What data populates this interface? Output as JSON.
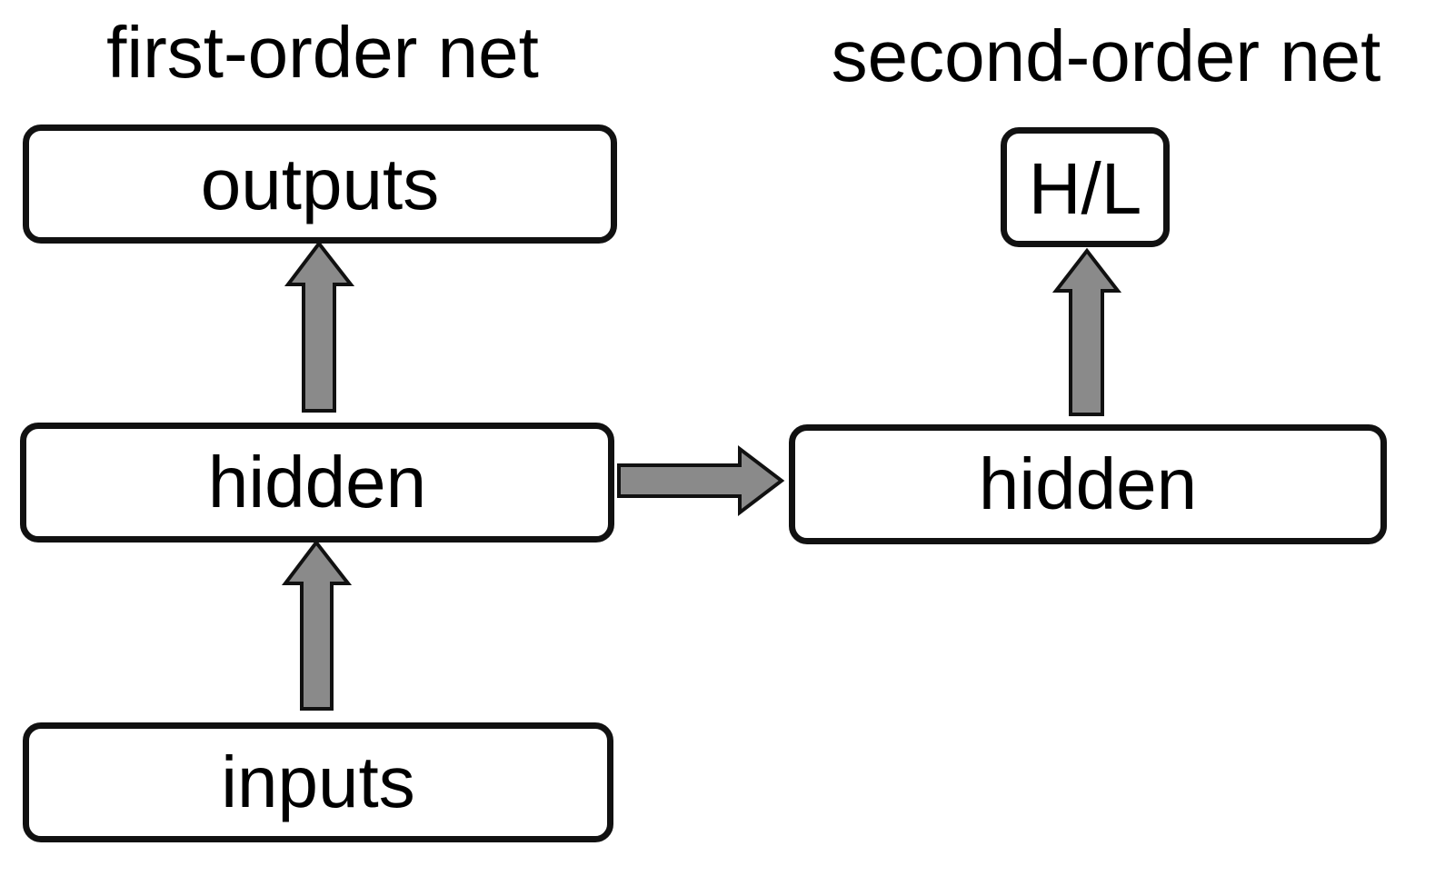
{
  "titles": {
    "first": "first-order net",
    "second": "second-order net"
  },
  "nodes": {
    "outputs": "outputs",
    "hidden_first": "hidden",
    "inputs": "inputs",
    "hidden_second": "hidden",
    "hl": "H/L"
  },
  "colors": {
    "arrow_fill": "#8a8a8a",
    "border": "#111111",
    "background": "#ffffff"
  }
}
